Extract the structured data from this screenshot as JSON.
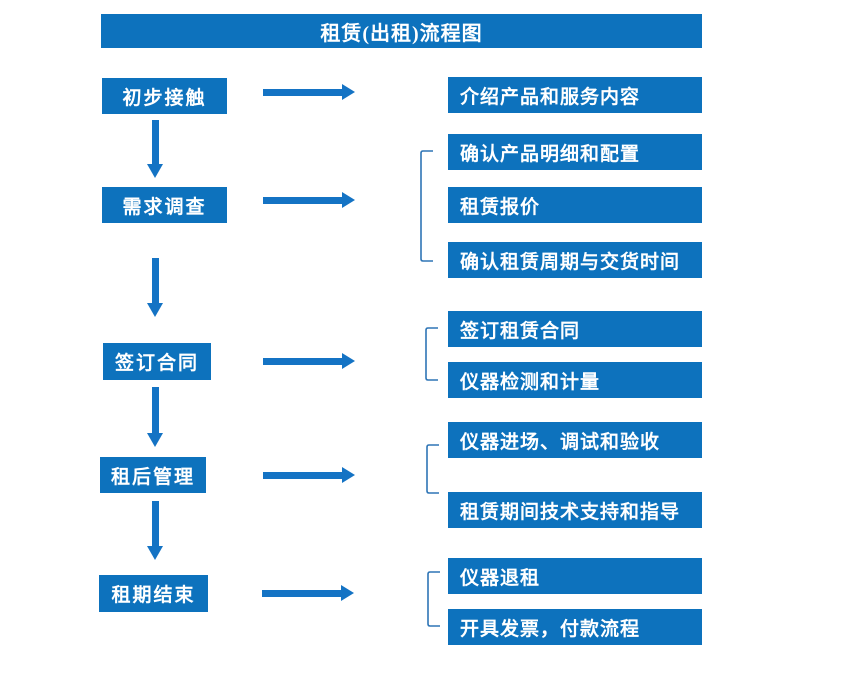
{
  "title": "租赁(出租)流程图",
  "colors": {
    "box_blue": "#0D72BD",
    "arrow_blue": "#1473C4",
    "bracket_blue": "#2E75B6",
    "text": "#FFFFFF",
    "background": "#FFFFFF"
  },
  "steps": [
    {
      "label": "初步接触",
      "details": [
        "介绍产品和服务内容"
      ]
    },
    {
      "label": "需求调查",
      "details": [
        "确认产品明细和配置",
        "租赁报价",
        "确认租赁周期与交货时间"
      ]
    },
    {
      "label": "签订合同",
      "details": [
        "签订租赁合同",
        "仪器检测和计量"
      ]
    },
    {
      "label": "租后管理",
      "details": [
        "仪器进场、调试和验收",
        "租赁期间技术支持和指导"
      ]
    },
    {
      "label": "租期结束",
      "details": [
        "仪器退租",
        "开具发票，付款流程"
      ]
    }
  ]
}
